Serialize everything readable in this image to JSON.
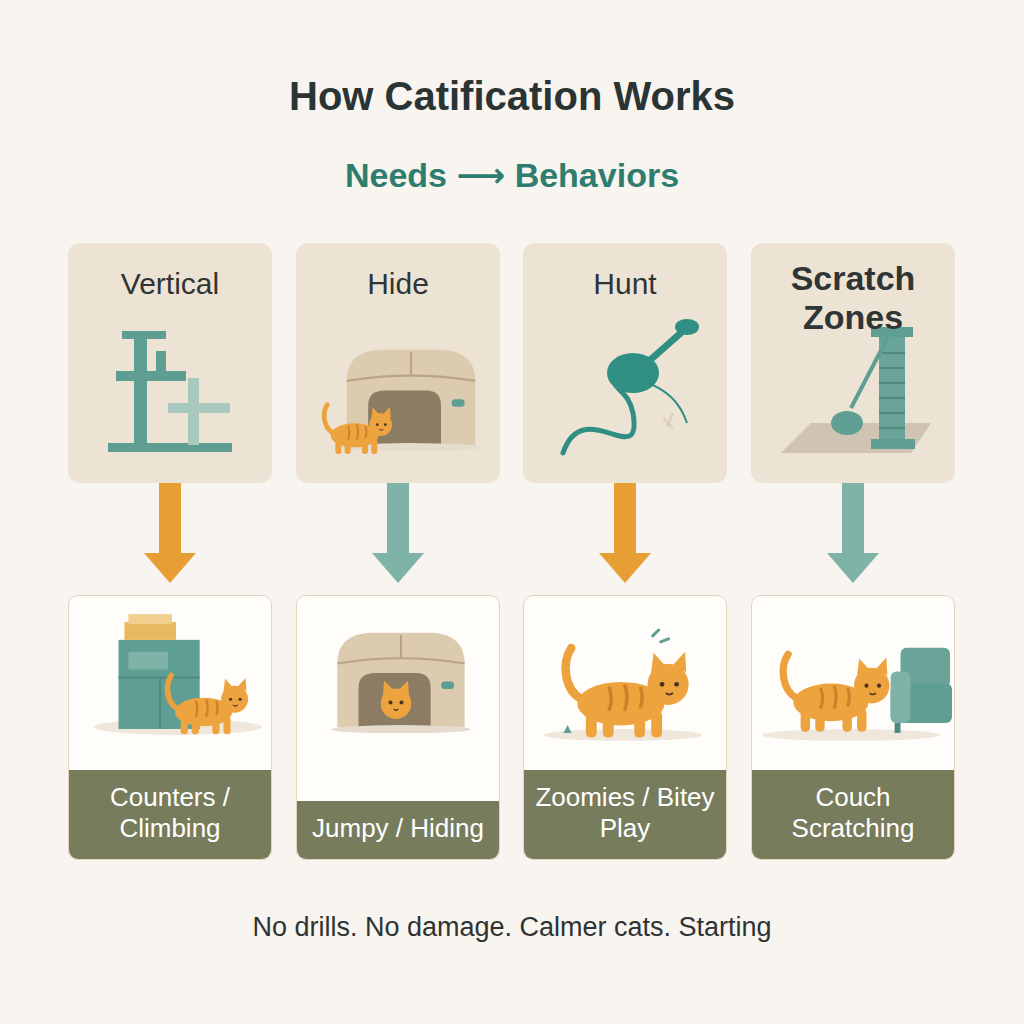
{
  "diagram": {
    "title": "How Catification Works",
    "caption": "No drills. No damage. Calmer cats. Starting",
    "nodes": [
      {
        "text": [
          "Vertical"
        ]
      },
      {
        "text": [
          "Hide"
        ]
      },
      {
        "text": [
          "Hunt"
        ]
      },
      {
        "text": [
          "Scratch Zones"
        ]
      },
      {
        "text": [
          "Counters / Climbing"
        ]
      },
      {
        "text": [
          "Jumpy / Hiding"
        ]
      },
      {
        "text": [
          "Zoomies / Bitey Play"
        ]
      },
      {
        "text": [
          "Couch Scratching"
        ]
      }
    ],
    "edges": [
      {
        "from": 0,
        "to": 4,
        "arrow": "to"
      },
      {
        "from": 1,
        "to": 5,
        "arrow": "to"
      },
      {
        "from": 2,
        "to": 6,
        "arrow": "to"
      },
      {
        "from": 3,
        "to": 7,
        "arrow": "to"
      }
    ],
    "labels": [
      "Needs ⟶ Behaviors"
    ]
  }
}
